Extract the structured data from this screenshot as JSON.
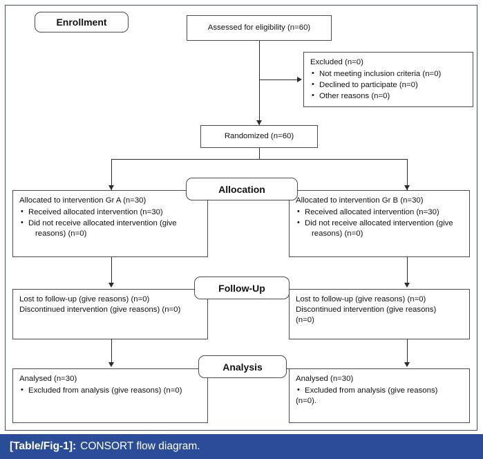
{
  "figure": {
    "caption_label": "[Table/Fig-1]:",
    "caption_text": "CONSORT flow diagram.",
    "caption_bar_color": "#2b4c99",
    "border_color": "#4a4a4a"
  },
  "sections": {
    "enrollment": "Enrollment",
    "allocation": "Allocation",
    "follow_up": "Follow-Up",
    "analysis": "Analysis"
  },
  "enrollment": {
    "assessed": "Assessed for eligibility (n=60)",
    "excluded_title": "Excluded (n=0)",
    "excluded_items": [
      "Not meeting inclusion criteria (n=0)",
      "Declined to participate (n=0)",
      "Other reasons (n=0)"
    ],
    "randomized": "Randomized (n=60)"
  },
  "allocation": {
    "left": {
      "title": "Allocated to intervention Gr A (n=30)",
      "items": [
        "Received allocated intervention (n=30)",
        "Did not receive allocated intervention (give"
      ],
      "item2_cont": "reasons) (n=0)"
    },
    "right": {
      "title": "Allocated to intervention Gr B (n=30)",
      "items": [
        "Received allocated intervention (n=30)",
        "Did not receive allocated intervention (give"
      ],
      "item2_cont": "reasons) (n=0)"
    }
  },
  "follow_up": {
    "left": {
      "line1": "Lost to follow-up (give reasons) (n=0)",
      "line2": "Discontinued intervention (give reasons) (n=0)",
      "line3": ""
    },
    "right": {
      "line1": "Lost to follow-up (give reasons) (n=0)",
      "line2": "Discontinued intervention (give reasons)",
      "line3": "(n=0)"
    }
  },
  "analysis": {
    "left": {
      "title": "Analysed (n=30)",
      "item": "Excluded from analysis (give reasons) (n=0)",
      "item_cont": ""
    },
    "right": {
      "title": "Analysed (n=30)",
      "item": "Excluded from analysis (give reasons)",
      "item_cont": "(n=0)."
    }
  }
}
